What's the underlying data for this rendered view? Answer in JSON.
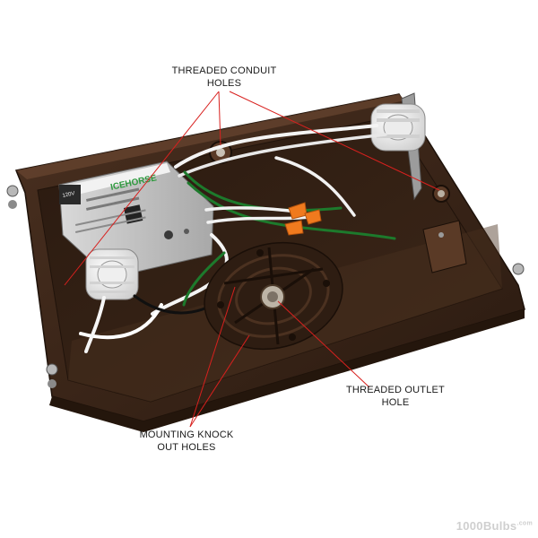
{
  "labels": {
    "conduit_line1": "THREADED CONDUIT",
    "conduit_line2": "HOLES",
    "outlet_line1": "THREADED OUTLET",
    "outlet_line2": "HOLE",
    "knock_line1": "MOUNTING KNOCK",
    "knock_line2": "OUT HOLES"
  },
  "ballast": {
    "brand": "ICEHORSE",
    "voltage": "120V"
  },
  "watermark": {
    "text": "1000Bulbs",
    "suffix": ".com"
  },
  "colors": {
    "housing": "#3a2518",
    "housing_edge": "#5a3a26",
    "leader_line": "#d8201e",
    "ballast_brand": "#2e9a3e",
    "wire_nut": "#f07a1e",
    "wire_green": "#1d7a2c"
  }
}
